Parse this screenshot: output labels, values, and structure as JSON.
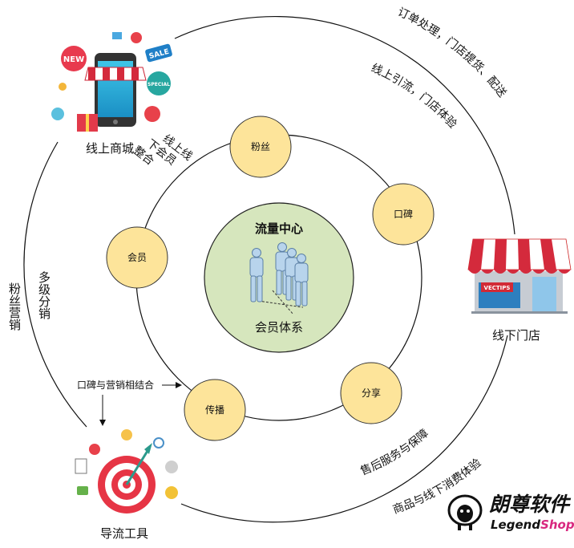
{
  "center": {
    "title": "流量中心",
    "subtitle": "会员体系"
  },
  "nodes": {
    "fans": "粉丝",
    "word_of_mouth": "口碑",
    "member": "会员",
    "share": "分享",
    "spread": "传播"
  },
  "corners": {
    "online_mall": "线上商城",
    "offline_store": "线下门店",
    "traffic_tools": "导流工具"
  },
  "arc_labels": {
    "order": "订单处理，门店提货、配送",
    "online_traffic": "线上引流，门店体验",
    "after_sales": "售后服务与保障",
    "goods_offline": "商品与线下消费体验",
    "member_merge": "线上线下会员整合",
    "member_merge_lines": [
      "线上线",
      "下会员",
      "整合"
    ]
  },
  "side_labels": {
    "fans_marketing": "粉丝营销",
    "multi_level": "多级分销"
  },
  "flow_label": "口碑与营销相结合",
  "store_sign": "VECTIPS",
  "mall_badges": {
    "new": "NEW",
    "sale": "SALE",
    "special": "SPECIAL"
  },
  "logo": {
    "cn": "朗尊软件",
    "en_part1": "Legend",
    "en_part2": "Shop"
  },
  "colors": {
    "node_fill": "#fde49a",
    "node_stroke": "#333333",
    "center_fill": "#d6e6bd",
    "line": "#111111",
    "logo_legend": "#111111",
    "logo_shop": "#d8287f"
  }
}
